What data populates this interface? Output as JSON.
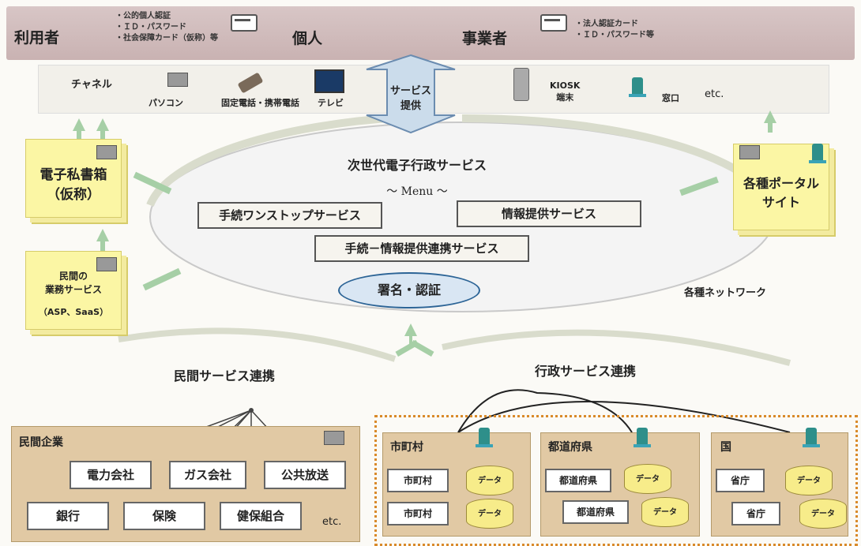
{
  "top": {
    "user_label": "利用者",
    "individual_notes": [
      "・公的個人認証",
      "・ＩＤ・パスワード",
      "・社会保障カード（仮称）等"
    ],
    "individual_label": "個人",
    "business_label": "事業者",
    "business_notes": [
      "・法人認証カード",
      "・ＩＤ・パスワード等"
    ]
  },
  "channel": {
    "label": "チャネル",
    "devices": [
      "パソコン",
      "固定電話・携帯電話",
      "テレビ"
    ],
    "kiosk": [
      "KIOSK",
      "端末"
    ],
    "counter": "窓口",
    "etc": "etc."
  },
  "service_arrow": [
    "サービス",
    "提供"
  ],
  "center": {
    "title": "次世代電子行政サービス",
    "menu": "～ Menu ～",
    "box1": "手続ワンストップサービス",
    "box2": "情報提供サービス",
    "box3": "手続－情報提供連携サービス",
    "sign": "署名・認証"
  },
  "left": {
    "mailbox": [
      "電子私書箱",
      "（仮称）"
    ],
    "private_service": [
      "民間の",
      "業務サービス",
      "（ASP、SaaS）"
    ]
  },
  "right": {
    "portal": [
      "各種ポータル",
      "サイト"
    ],
    "network": "各種ネットワーク"
  },
  "private_link": "民間サービス連携",
  "admin_link": "行政サービス連携",
  "private_company": {
    "title": "民間企業",
    "items": [
      "電力会社",
      "ガス会社",
      "公共放送",
      "銀行",
      "保険",
      "健保組合"
    ],
    "etc": "etc."
  },
  "gov": {
    "municipal": {
      "title": "市町村",
      "rows": [
        "市町村",
        "市町村"
      ]
    },
    "prefecture": {
      "title": "都道府県",
      "rows": [
        "都道府県",
        "都道府県"
      ]
    },
    "national": {
      "title": "国",
      "rows": [
        "省庁",
        "省庁"
      ]
    },
    "data": "データ"
  }
}
